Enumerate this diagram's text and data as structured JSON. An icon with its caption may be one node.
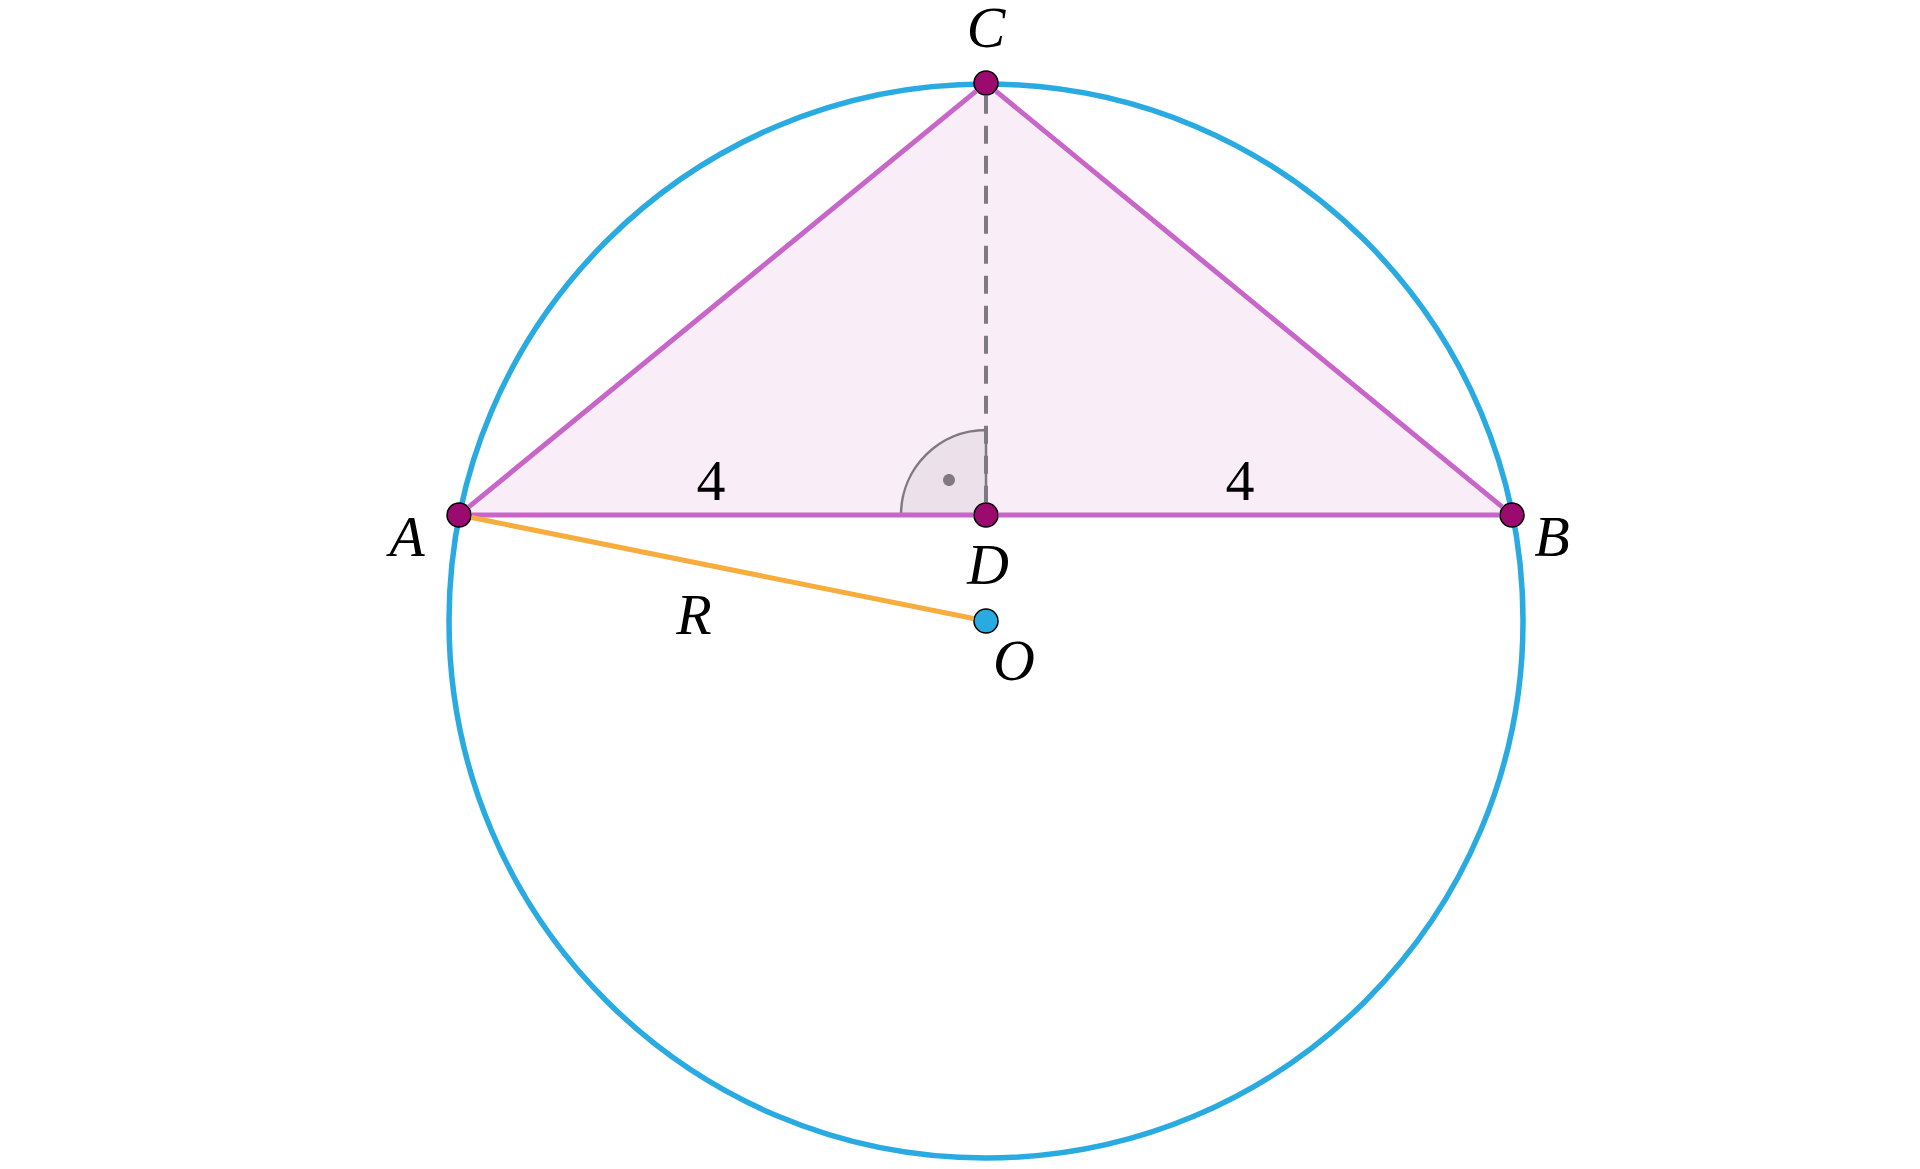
{
  "diagram": {
    "nodes": [
      {
        "text": [
          "C"
        ]
      },
      {
        "text": [
          "A"
        ]
      },
      {
        "text": [
          "D"
        ]
      },
      {
        "text": [
          "B"
        ]
      },
      {
        "text": [
          "O"
        ]
      }
    ],
    "edges": [
      {
        "from": 1,
        "to": 0,
        "arrow": "none"
      },
      {
        "from": 0,
        "to": 3,
        "arrow": "none"
      },
      {
        "from": 1,
        "to": 2,
        "arrow": "none",
        "label": "4"
      },
      {
        "from": 2,
        "to": 3,
        "arrow": "none",
        "label": "4"
      },
      {
        "from": 0,
        "to": 2,
        "arrow": "none",
        "style": "dashed",
        "color": "#7f7a80"
      },
      {
        "from": 1,
        "to": 4,
        "arrow": "none",
        "label": "R",
        "color": "#f7ad3e"
      }
    ]
  }
}
